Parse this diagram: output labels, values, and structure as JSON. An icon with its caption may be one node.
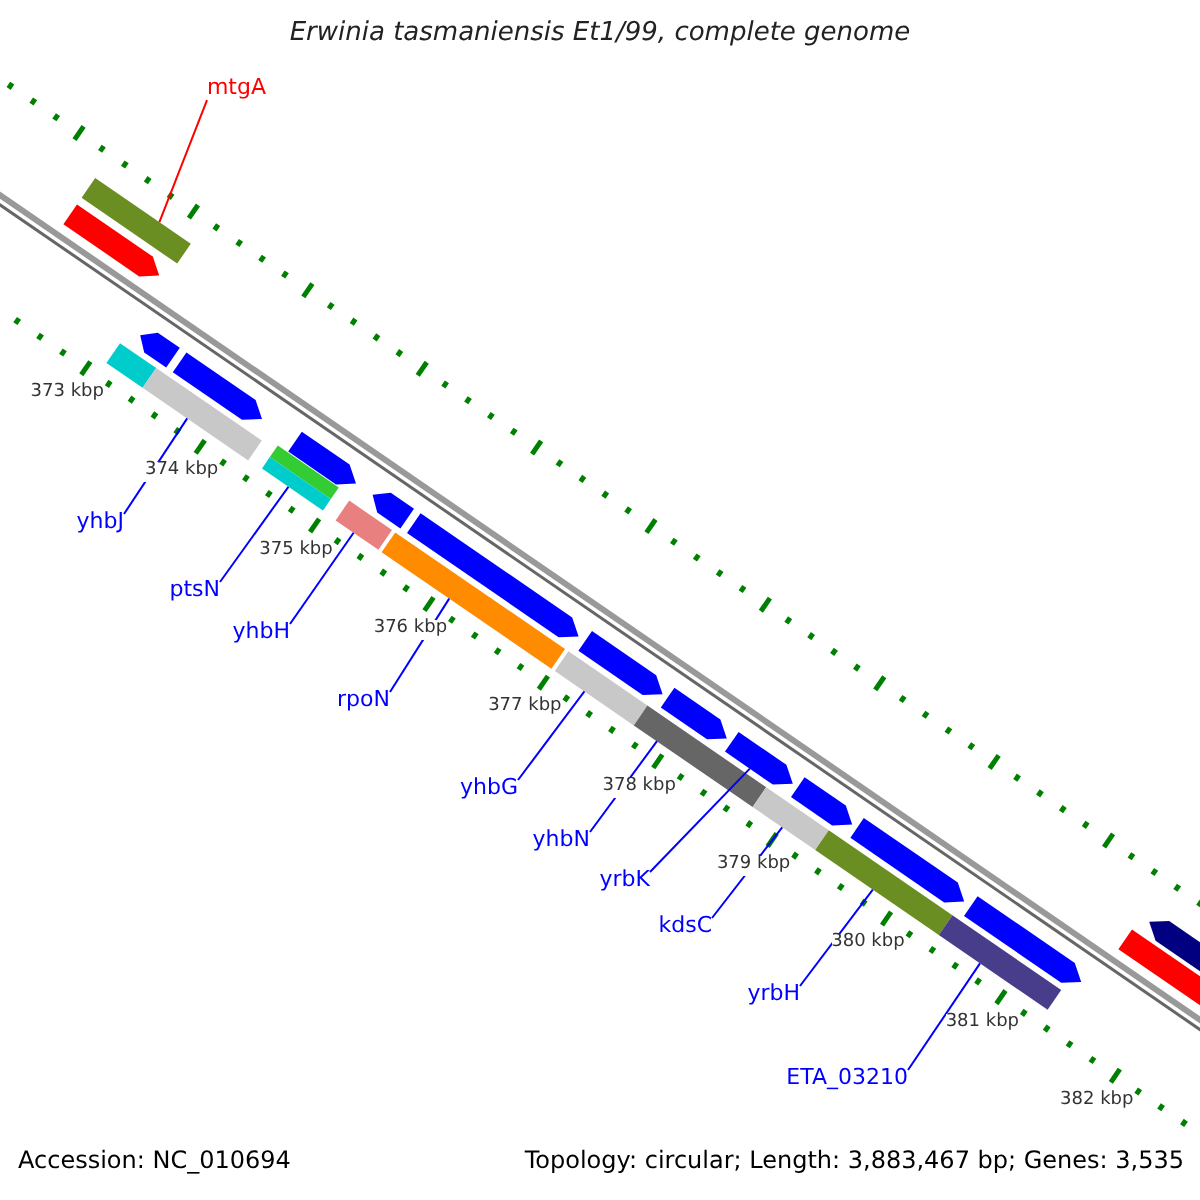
{
  "diagram": {
    "title": "Erwinia tasmaniensis Et1/99, complete genome",
    "nodes": [
      {
        "text": [
          "mtgA"
        ]
      },
      {
        "text": [],
        "shape": "bar"
      },
      {
        "text": [
          "yhbJ"
        ]
      },
      {
        "text": [],
        "shape": "bar"
      },
      {
        "text": [
          "ptsN"
        ]
      },
      {
        "text": [],
        "shape": "bar"
      },
      {
        "text": [
          "yhbH"
        ]
      },
      {
        "text": [],
        "shape": "bar"
      },
      {
        "text": [
          "rpoN"
        ]
      },
      {
        "text": [],
        "shape": "bar"
      },
      {
        "text": [
          "yhbG"
        ]
      },
      {
        "text": [],
        "shape": "bar"
      },
      {
        "text": [
          "yhbN"
        ]
      },
      {
        "text": [],
        "shape": "bar"
      },
      {
        "text": [
          "yrbK"
        ]
      },
      {
        "text": [],
        "shape": "bar"
      },
      {
        "text": [
          "kdsC"
        ]
      },
      {
        "text": [],
        "shape": "bar"
      },
      {
        "text": [
          "yrbH"
        ]
      },
      {
        "text": [],
        "shape": "bar"
      },
      {
        "text": [
          "ETA_03210"
        ]
      },
      {
        "text": [],
        "shape": "bar"
      },
      {
        "text": [],
        "shape": "bar"
      }
    ],
    "edges": [
      {
        "from": 0,
        "to": 1,
        "arrow": "none",
        "color": "#ff0000"
      },
      {
        "from": 2,
        "to": 3,
        "arrow": "none"
      },
      {
        "from": 4,
        "to": 5,
        "arrow": "none"
      },
      {
        "from": 6,
        "to": 7,
        "arrow": "none"
      },
      {
        "from": 8,
        "to": 9,
        "arrow": "none"
      },
      {
        "from": 10,
        "to": 11,
        "arrow": "none"
      },
      {
        "from": 12,
        "to": 13,
        "arrow": "none"
      },
      {
        "from": 14,
        "to": 15,
        "arrow": "none"
      },
      {
        "from": 16,
        "to": 17,
        "arrow": "none"
      },
      {
        "from": 18,
        "to": 19,
        "arrow": "none"
      },
      {
        "from": 20,
        "to": 21,
        "arrow": "none"
      }
    ],
    "labels": [
      "373 kbp",
      "374 kbp",
      "375 kbp",
      "376 kbp",
      "377 kbp",
      "378 kbp",
      "379 kbp",
      "380 kbp",
      "381 kbp",
      "382 kbp",
      "Accession: NC_010694",
      "Topology: circular; Length: 3,883,467 bp; Genes: 3,535"
    ]
  }
}
